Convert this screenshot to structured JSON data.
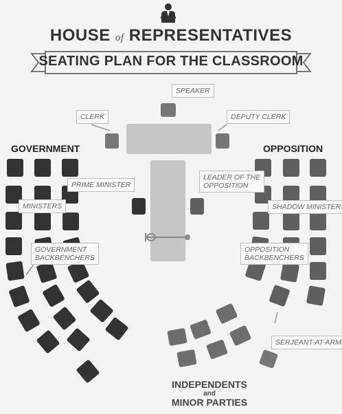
{
  "header": {
    "title_a": "HOUSE",
    "title_of": "of",
    "title_b": "REPRESENTATIVES",
    "subtitle": "SEATING PLAN FOR THE CLASSROOM"
  },
  "sides": {
    "government": "GOVERNMENT",
    "opposition": "OPPOSITION"
  },
  "labels": {
    "speaker": "SPEAKER",
    "clerk": "CLERK",
    "deputy_clerk": "DEPUTY CLERK",
    "prime_minister": "PRIME MINISTER",
    "leader_line1": "LEADER OF THE",
    "leader_line2": "OPPOSITION",
    "ministers": "MINISTERS",
    "shadow_ministers": "SHADOW MINISTERS",
    "gov_back_line1": "GOVERNMENT",
    "gov_back_line2": "BACKBENCHERS",
    "opp_back_line1": "OPPOSITION",
    "opp_back_line2": "BACKBENCHERS",
    "serjeant": "SERJEANT-AT-ARMS"
  },
  "independents": {
    "line1": "INDEPENDENTS",
    "and": "and",
    "line2": "MINOR PARTIES"
  },
  "colors": {
    "government_seat": "#333333",
    "opposition_seat": "#5f5f5f",
    "crossbench_seat": "#6e6e6e",
    "official_seat": "#777777",
    "table": "#c6c6c6",
    "label_border": "#bdbdbd"
  }
}
